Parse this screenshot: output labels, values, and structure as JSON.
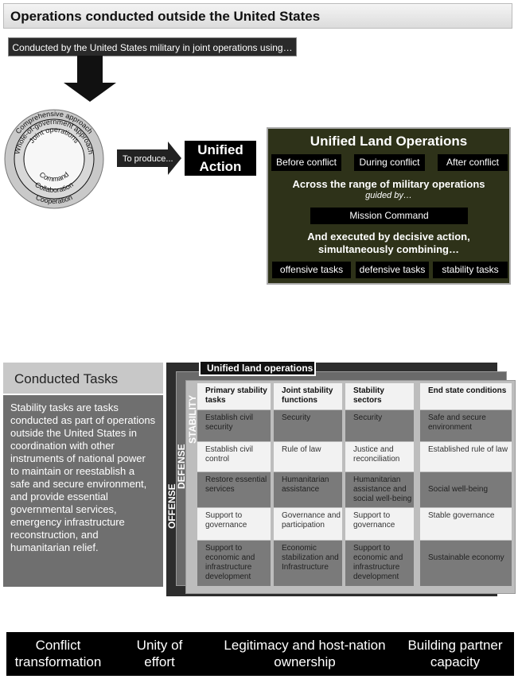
{
  "title": "Operations conducted outside the United States",
  "subtitle": "Conducted by the United States military in joint operations using…",
  "circle": {
    "rings": [
      "Comprehensive approach",
      "Whole-of-government approach",
      "Joint operations",
      "Command",
      "Collaboration",
      "Cooperation"
    ]
  },
  "arrow_label": "To produce...",
  "unified_action": [
    "Unified",
    "Action"
  ],
  "ulo": {
    "title": "Unified Land Operations",
    "phases": [
      "Before conflict",
      "During conflict",
      "After conflict"
    ],
    "range": "Across the range of military operations",
    "guided": "guided by…",
    "mission_command": "Mission Command",
    "executed": "And executed by decisive action,",
    "combining": "simultaneously combining…",
    "tasks": [
      "offensive tasks",
      "defensive tasks",
      "stability tasks"
    ]
  },
  "conducted": {
    "header": "Conducted Tasks",
    "body": "Stability tasks are tasks conducted as part of operations outside the United States in coordination with other instruments of national power to maintain or reestablish a safe and secure environment, and provide essential governmental services, emergency infrastructure reconstruction, and humanitarian relief."
  },
  "layers": {
    "title": "Unified land operations",
    "offense": "OFFENSE",
    "defense": "DEFENSE",
    "stability": "STABILITY"
  },
  "table": {
    "headers": [
      "Primary stability tasks",
      "Joint stability functions",
      "Stability sectors",
      "End state conditions"
    ],
    "rows": [
      [
        "Establish civil security",
        "Security",
        "Security",
        "Safe and secure environment"
      ],
      [
        "Establish civil control",
        "Rule of law",
        "Justice and reconciliation",
        "Established rule of law"
      ],
      [
        "Restore essential services",
        "Humanitarian assistance",
        "Humanitarian assistance and social well-being",
        "Social well-being"
      ],
      [
        "Support to governance",
        "Governance and participation",
        "Support to governance",
        "Stable governance"
      ],
      [
        "Support to economic and infrastructure development",
        "Economic stabilization and Infrastructure",
        "Support to economic and infrastructure development",
        "Sustainable economy"
      ]
    ]
  },
  "principles": [
    "Conflict transformation",
    "Unity of effort",
    "Legitimacy and host-nation ownership",
    "Building partner capacity"
  ]
}
